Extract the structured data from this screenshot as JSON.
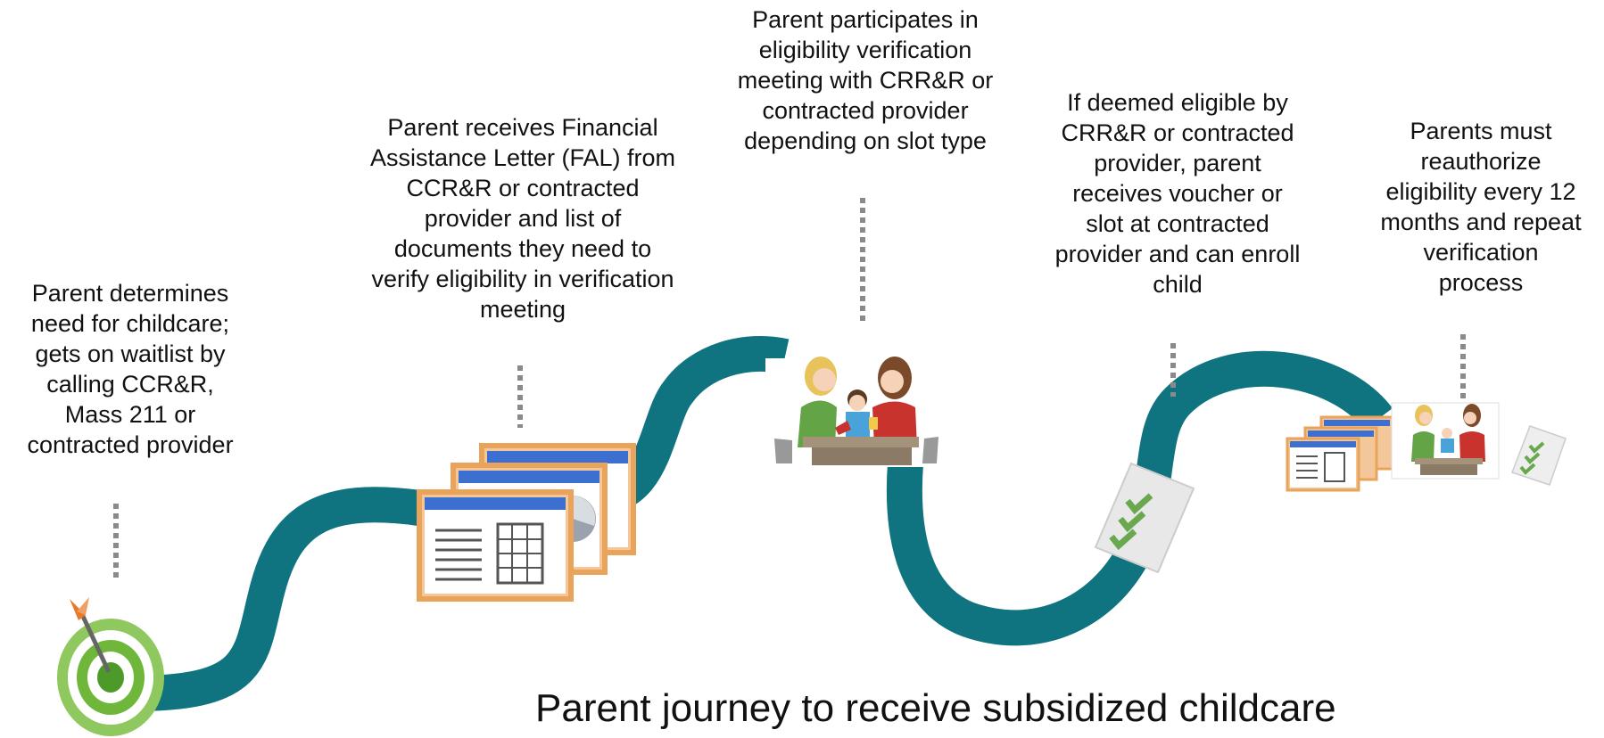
{
  "title": "Parent journey to receive subsidized childcare",
  "colors": {
    "path": "#0f7480",
    "connector": "#8a8a8a",
    "target_green": "#6fb73a",
    "arrow_orange": "#e8782c",
    "document_frame": "#e9a35b",
    "document_header": "#3d6fd1",
    "check_green": "#6aa84f",
    "sweater_green": "#63a447",
    "shirt_red": "#c8332e",
    "shirt_blue": "#4aa3d8",
    "table_brown": "#8a7a66"
  },
  "steps": [
    {
      "id": "step-1",
      "icon": "target-arrow-icon",
      "text": "Parent determines\nneed for childcare;\ngets on waitlist by\ncalling CCR&R,\nMass 211 or\ncontracted provider"
    },
    {
      "id": "step-2",
      "icon": "documents-icon",
      "text": "Parent receives Financial\nAssistance Letter (FAL) from\nCCR&R or contracted\nprovider and list of\ndocuments they need to\nverify eligibility in verification\nmeeting"
    },
    {
      "id": "step-3",
      "icon": "meeting-illustration-icon",
      "text": "Parent participates in\neligibility verification\nmeeting with CRR&R or\ncontracted provider\ndepending on slot type"
    },
    {
      "id": "step-4",
      "icon": "checklist-icon",
      "text": "If deemed eligible by\nCRR&R or contracted\nprovider, parent\nreceives voucher or\nslot at contracted\nprovider and can enroll\nchild"
    },
    {
      "id": "step-5",
      "icon": "repeat-process-icons",
      "text": "Parents must\nreauthorize\neligibility every 12\nmonths and repeat\nverification\nprocess"
    }
  ]
}
